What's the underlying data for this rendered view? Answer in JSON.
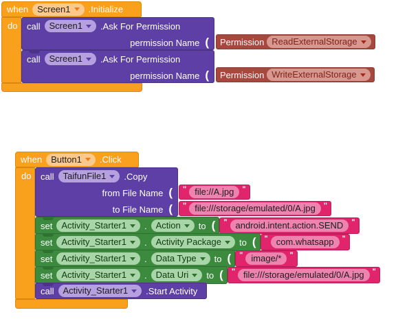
{
  "chrome": {
    "arrow": "▾",
    "quote": "\"",
    "socket": "("
  },
  "colors": {
    "event_block": "#f9a11d",
    "method_block": "#5d3fa5",
    "setter_block": "#3b8a3e",
    "text_block": "#e0256c",
    "helper_block": "#a8473e"
  },
  "groups": {
    "screen1": {
      "when": "when",
      "component": "Screen1",
      "event": ".Initialize",
      "do": "do",
      "calls": [
        {
          "call": "call",
          "component": "Screen1",
          "method": ".Ask For Permission",
          "param": "permission Name",
          "value_label": "Permission",
          "value_option": "ReadExternalStorage"
        },
        {
          "call": "call",
          "component": "Screen1",
          "method": ".Ask For Permission",
          "param": "permission Name",
          "value_label": "Permission",
          "value_option": "WriteExternalStorage"
        }
      ]
    },
    "button1": {
      "when": "when",
      "component": "Button1",
      "event": ".Click",
      "do": "do",
      "copy": {
        "call": "call",
        "component": "TaifunFile1",
        "method": ".Copy",
        "params": [
          {
            "label": "from File Name",
            "value": "file://A.jpg"
          },
          {
            "label": "to File Name",
            "value": "file:///storage/emulated/0/A.jpg"
          }
        ]
      },
      "setters": [
        {
          "set": "set",
          "component": "Activity_Starter1",
          "dot": ".",
          "property": "Action",
          "to": "to",
          "value": "android.intent.action.SEND"
        },
        {
          "set": "set",
          "component": "Activity_Starter1",
          "dot": ".",
          "property": "Activity Package",
          "to": "to",
          "value": "com.whatsapp"
        },
        {
          "set": "set",
          "component": "Activity_Starter1",
          "dot": ".",
          "property": "Data Type",
          "to": "to",
          "value": "image/*"
        },
        {
          "set": "set",
          "component": "Activity_Starter1",
          "dot": ".",
          "property": "Data Uri",
          "to": "to",
          "value": "file:///storage/emulated/0/A.jpg"
        }
      ],
      "start": {
        "call": "call",
        "component": "Activity_Starter1",
        "method": ".Start Activity"
      }
    }
  }
}
